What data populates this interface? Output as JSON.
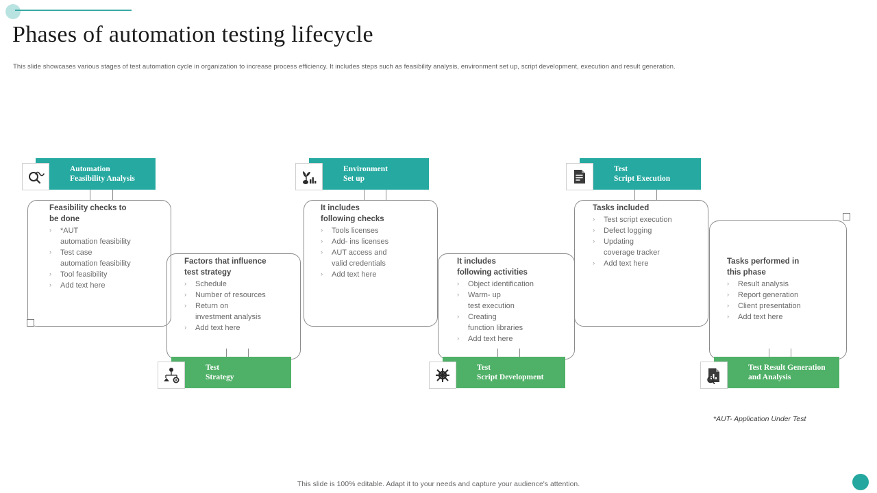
{
  "slide": {
    "title": "Phases of automation testing lifecycle",
    "subtitle": "This slide showcases various stages of test automation cycle in organization to increase process efficiency. It includes steps such as feasibility analysis, environment set up, script development, execution and result generation.",
    "footnote": "*AUT- Application Under Test",
    "footer": "This slide is 100% editable. Adapt it to your needs and capture your audience's attention."
  },
  "colors": {
    "teal": "#25a9a0",
    "green": "#4fb067",
    "accent_line": "#3aa9a3",
    "deco_dot": "#b9e3e1",
    "card_border": "#8b8b8b",
    "heading_text": "#4a4a4a",
    "body_text": "#6a6a6a"
  },
  "stages": [
    {
      "chip": {
        "label": "Automation\nFeasibility Analysis",
        "color": "teal",
        "icon": "magnifier-icon"
      },
      "card": {
        "heading": "Feasibility checks to\nbe done",
        "bullets": [
          {
            "text": "*AUT\nautomation feasibility"
          },
          {
            "text": "Test case\nautomation feasibility"
          },
          {
            "text": "Tool feasibility"
          },
          {
            "text": "Add text here"
          }
        ]
      }
    },
    {
      "chip": {
        "label": "Test\nStrategy",
        "color": "green",
        "icon": "strategy-icon"
      },
      "card": {
        "heading": "Factors that influence\ntest strategy",
        "bullets": [
          {
            "text": "Schedule"
          },
          {
            "text": "Number of resources"
          },
          {
            "text": "Return on\ninvestment analysis"
          },
          {
            "text": "Add text here"
          }
        ]
      }
    },
    {
      "chip": {
        "label": "Environment\nSet up",
        "color": "teal",
        "icon": "environment-icon"
      },
      "card": {
        "heading": "It includes\nfollowing checks",
        "bullets": [
          {
            "text": "Tools licenses"
          },
          {
            "text": "Add- ins licenses"
          },
          {
            "text": "AUT access and\nvalid credentials"
          },
          {
            "text": "Add text here"
          }
        ]
      }
    },
    {
      "chip": {
        "label": "Test\nScript Development",
        "color": "green",
        "icon": "gear-icon"
      },
      "card": {
        "heading": "It includes\nfollowing activities",
        "bullets": [
          {
            "text": "Object identification"
          },
          {
            "text": "Warm- up\ntest execution"
          },
          {
            "text": "Creating\nfunction libraries"
          },
          {
            "text": "Add text here"
          }
        ]
      }
    },
    {
      "chip": {
        "label": "Test\nScript Execution",
        "color": "teal",
        "icon": "script-document-icon"
      },
      "card": {
        "heading": "Tasks included",
        "bullets": [
          {
            "text": "Test script execution"
          },
          {
            "text": "Defect logging"
          },
          {
            "text": "Updating\ncoverage tracker"
          },
          {
            "text": "Add text here"
          }
        ]
      }
    },
    {
      "chip": {
        "label": "Test Result Generation\nand Analysis",
        "color": "green",
        "icon": "report-analysis-icon"
      },
      "card": {
        "heading": "Tasks performed in\nthis phase",
        "bullets": [
          {
            "text": "Result analysis"
          },
          {
            "text": "Report generation"
          },
          {
            "text": "Client presentation"
          },
          {
            "text": "Add text here"
          }
        ]
      }
    }
  ],
  "bullet_glyph": "›"
}
